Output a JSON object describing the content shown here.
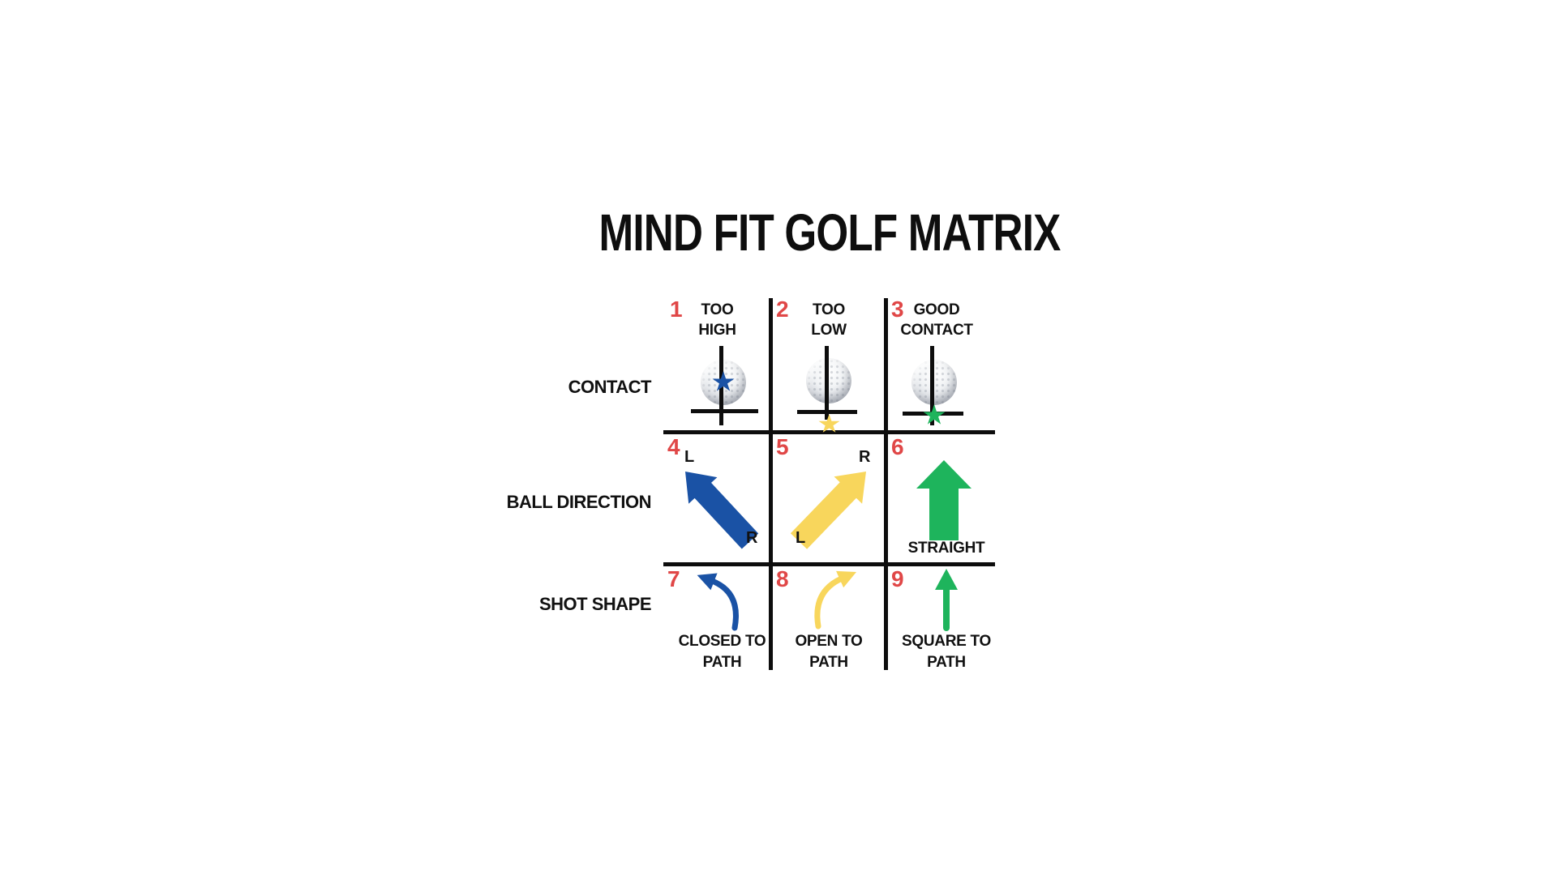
{
  "title": "MIND FIT GOLF MATRIX",
  "palette": {
    "blue": "#1a52a5",
    "yellow": "#f8d65c",
    "green": "#1eb45c",
    "red": "#e04747",
    "grid_line": "#0d0d0d",
    "background": "#ffffff"
  },
  "matrix": {
    "row_labels": [
      "CONTACT",
      "BALL DIRECTION",
      "SHOT SHAPE"
    ],
    "cells": [
      {
        "num": "1",
        "line1": "TOO",
        "line2": "HIGH",
        "icon": "golf-ball-blue-star-center"
      },
      {
        "num": "2",
        "line1": "TOO",
        "line2": "LOW",
        "icon": "golf-ball-yellow-star-below"
      },
      {
        "num": "3",
        "line1": "GOOD",
        "line2": "CONTACT",
        "icon": "golf-ball-green-star-bottom"
      },
      {
        "num": "4",
        "top_letter": "L",
        "bottom_letter": "R",
        "icon": "blue-block-arrow-up-left"
      },
      {
        "num": "5",
        "top_letter": "R",
        "bottom_letter": "L",
        "icon": "yellow-block-arrow-up-right"
      },
      {
        "num": "6",
        "caption": "STRAIGHT",
        "icon": "green-block-arrow-up"
      },
      {
        "num": "7",
        "cap1": "CLOSED TO",
        "cap2": "PATH",
        "icon": "blue-curved-arrow-up-left"
      },
      {
        "num": "8",
        "cap1": "OPEN TO",
        "cap2": "PATH",
        "icon": "yellow-curved-arrow-up-right"
      },
      {
        "num": "9",
        "cap1": "SQUARE TO",
        "cap2": "PATH",
        "icon": "green-thin-arrow-up"
      }
    ]
  }
}
